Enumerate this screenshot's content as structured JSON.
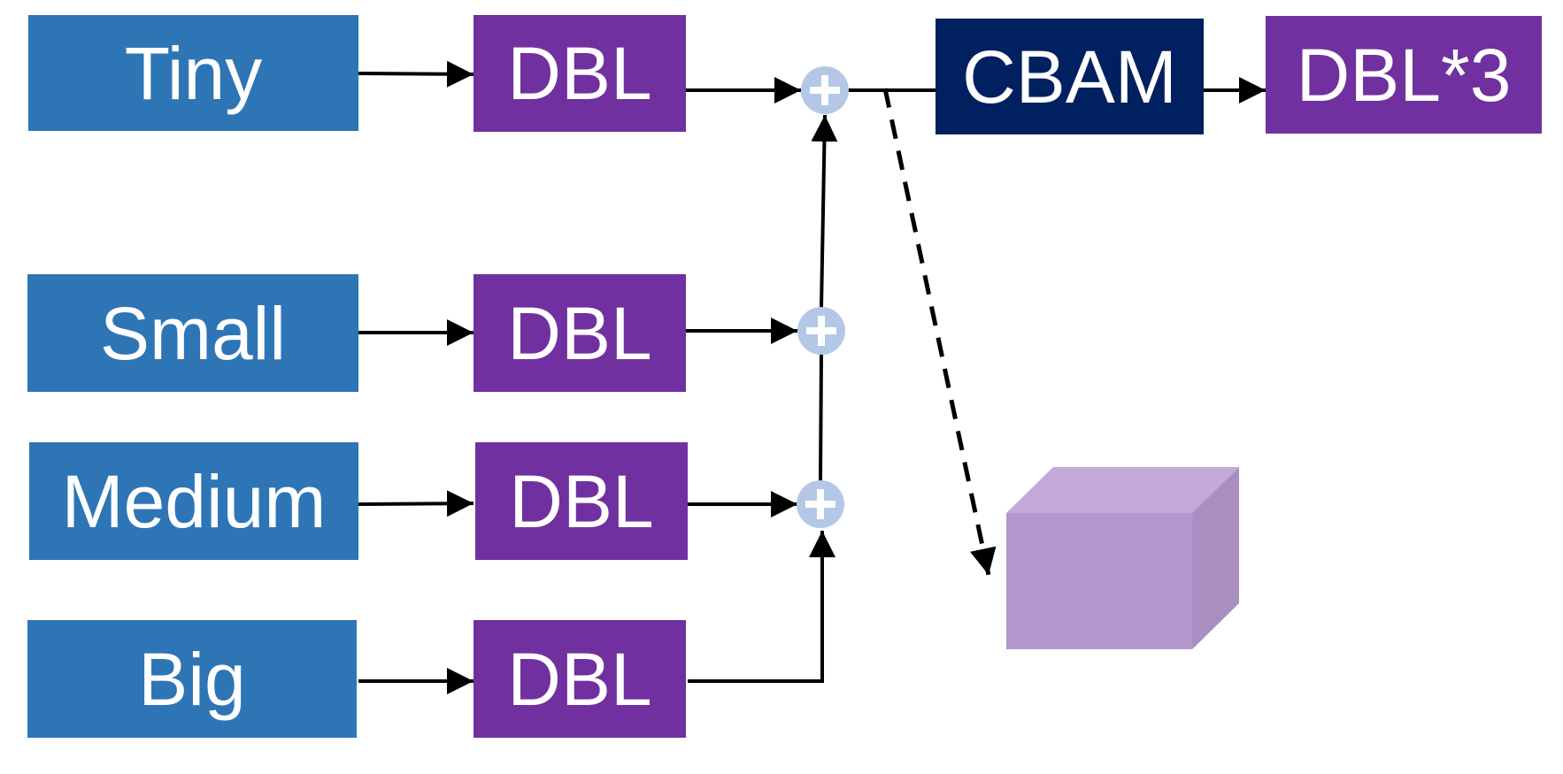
{
  "inputs": [
    "Tiny",
    "Small",
    "Medium",
    "Big"
  ],
  "dbl_label": "DBL",
  "cbam_label": "CBAM",
  "output_label": "DBL*3",
  "colors": {
    "scale_box": "#2e75b6",
    "dbl_box": "#7030a0",
    "cbam_box": "#002060",
    "add_node": "#b4c7e7",
    "cube_front": "#b497ce",
    "cube_top": "#c3a9d8",
    "cube_side": "#a98fc1"
  },
  "icons": {
    "add_node": "plus-circle-icon",
    "feature_block": "cube-icon"
  }
}
